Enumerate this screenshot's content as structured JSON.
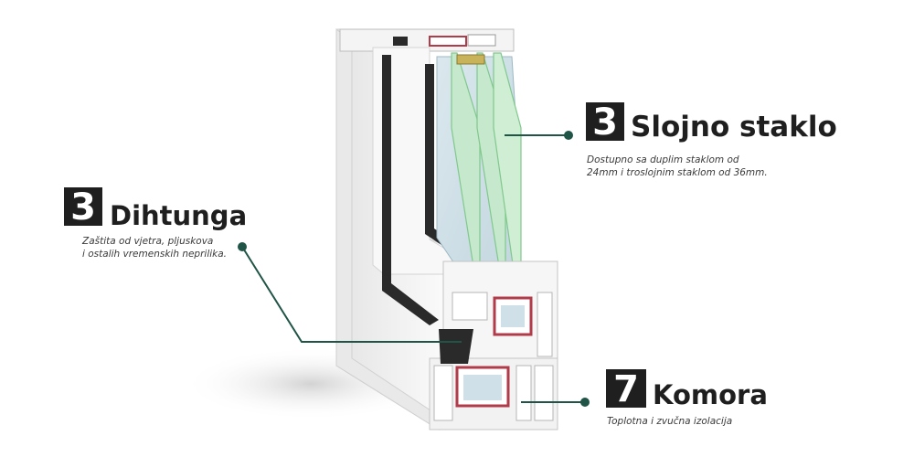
{
  "callouts": {
    "glass": {
      "number": "3",
      "title": "Slojno staklo",
      "desc_line1": "Dostupno sa duplim staklom od",
      "desc_line2": "24mm i troslojnim staklom od 36mm."
    },
    "seal": {
      "number": "3",
      "title": "Dihtunga",
      "desc_line1": "Zaštita od vjetra, pljuskova",
      "desc_line2": "i ostalih vremenskih neprilika."
    },
    "chambers": {
      "number": "7",
      "title": "Komora",
      "desc_line1": "Toplotna i zvučna izolacija"
    }
  },
  "colors": {
    "leader": "#1f5446",
    "number_box": "#1f1f1f",
    "title": "#1f1f1f",
    "frame_pvc": "#f1f1f1",
    "glass_tint": "#cfe0e8",
    "glass_edge": "#7fc98c",
    "gasket": "#2a2a2a",
    "steel_reinforcement": "#b23b4a",
    "spacer": "#c9b35a"
  }
}
